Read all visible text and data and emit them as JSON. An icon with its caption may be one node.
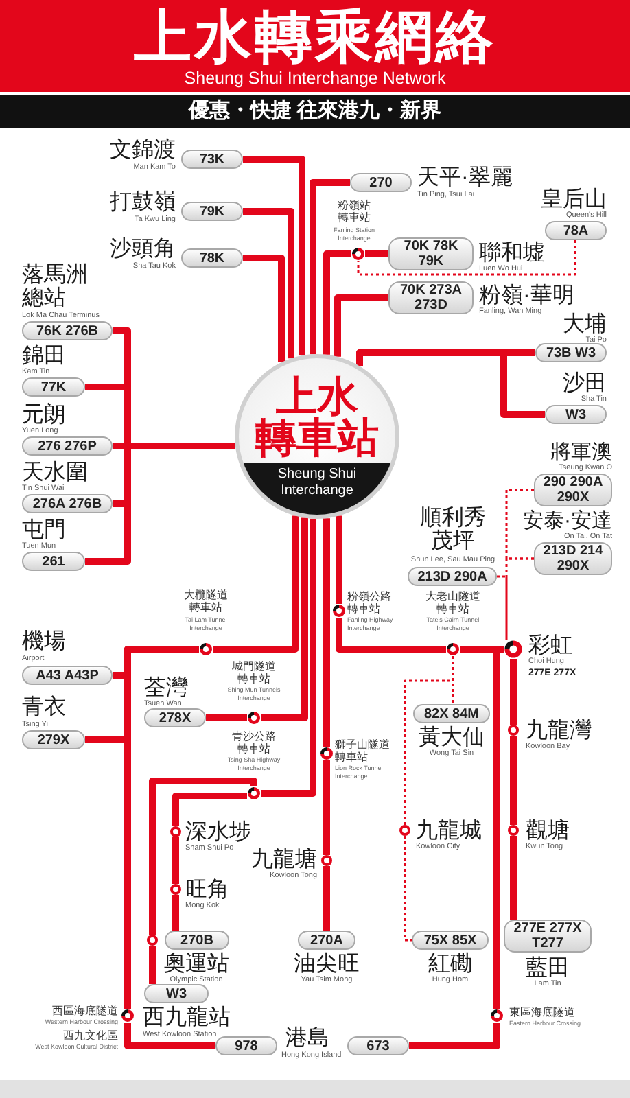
{
  "diagram": {
    "title": "上水轉乘網絡",
    "nodes": [
      {
        "text": [
          "上水",
          "轉車站",
          "Sheung Shui Interchange"
        ]
      },
      {
        "text": [
          "73K"
        ],
        "beside": [
          "文錦渡",
          "Man Kam To"
        ]
      },
      {
        "text": [
          "79K"
        ],
        "beside": [
          "打鼓嶺",
          "Ta Kwu Ling"
        ]
      },
      {
        "text": [
          "78K"
        ],
        "beside": [
          "沙頭角",
          "Sha Tau Kok"
        ]
      },
      {
        "text": [
          "76K 276B"
        ],
        "beside": [
          "落馬洲總站",
          "Lok Ma Chau Terminus"
        ]
      },
      {
        "text": [
          "77K"
        ],
        "beside": [
          "錦田",
          "Kam Tin"
        ]
      },
      {
        "text": [
          "276 276P"
        ],
        "beside": [
          "元朗",
          "Yuen Long"
        ]
      },
      {
        "text": [
          "276A 276B"
        ],
        "beside": [
          "天水圍",
          "Tin Shui Wai"
        ]
      },
      {
        "text": [
          "261"
        ],
        "beside": [
          "屯門",
          "Tuen Mun"
        ]
      },
      {
        "text": [
          "270"
        ],
        "beside": [
          "天平·翠麗",
          "Tin Ping, Tsui Lai"
        ]
      },
      {
        "text": [],
        "shape": "circle",
        "beside": [
          "粉嶺站轉車站",
          "Fanling Station Interchange"
        ]
      },
      {
        "text": [
          "70K 78K 79K"
        ],
        "beside": [
          "聯和墟",
          "Luen Wo Hui"
        ]
      },
      {
        "text": [
          "78A"
        ],
        "beside": [
          "皇后山",
          "Queen's Hill"
        ]
      },
      {
        "text": [
          "70K 273A 273D"
        ],
        "beside": [
          "粉嶺·華明",
          "Fanling, Wah Ming"
        ]
      },
      {
        "text": [
          "73B W3"
        ],
        "beside": [
          "大埔",
          "Tai Po"
        ]
      },
      {
        "text": [
          "W3"
        ],
        "beside": [
          "沙田",
          "Sha Tin"
        ]
      },
      {
        "text": [
          "290 290A 290X"
        ],
        "beside": [
          "將軍澳",
          "Tseung Kwan O"
        ]
      },
      {
        "text": [
          "213D 214 290X"
        ],
        "beside": [
          "安泰·安達",
          "On Tai, On Tat"
        ]
      },
      {
        "text": [
          "213D 290A"
        ],
        "beside": [
          "順利秀茂坪",
          "Shun Lee, Sau Mau Ping"
        ]
      },
      {
        "text": [],
        "shape": "circle",
        "beside": [
          "大欖隧道轉車站",
          "Tai Lam Tunnel Interchange"
        ]
      },
      {
        "text": [
          "A43 A43P"
        ],
        "beside": [
          "機場",
          "Airport"
        ]
      },
      {
        "text": [
          "279X"
        ],
        "beside": [
          "青衣",
          "Tsing Yi"
        ]
      },
      {
        "text": [],
        "shape": "circle",
        "beside": [
          "城門隧道轉車站",
          "Shing Mun Tunnels Interchange"
        ]
      },
      {
        "text": [
          "278X"
        ],
        "beside": [
          "荃灣",
          "Tsuen Wan"
        ]
      },
      {
        "text": [],
        "shape": "circle",
        "beside": [
          "青沙公路轉車站",
          "Tsing Sha Highway Interchange"
        ]
      },
      {
        "text": [],
        "shape": "circle",
        "beside": [
          "粉嶺公路轉車站",
          "Fanling Highway Interchange"
        ]
      },
      {
        "text": [],
        "shape": "circle",
        "beside": [
          "大老山隧道轉車站",
          "Tate's Cairn Tunnel Interchange"
        ]
      },
      {
        "text": [],
        "shape": "circle",
        "beside": [
          "彩虹",
          "Choi Hung",
          "277E 277X"
        ]
      },
      {
        "text": [
          "82X 84M"
        ],
        "beside": [
          "黃大仙",
          "Wong Tai Sin"
        ]
      },
      {
        "text": [],
        "shape": "circle",
        "beside": [
          "九龍灣",
          "Kowloon Bay"
        ]
      },
      {
        "text": [],
        "shape": "circle",
        "beside": [
          "獅子山隧道轉車站",
          "Lion Rock Tunnel Interchange"
        ]
      },
      {
        "text": [],
        "shape": "circle",
        "beside": [
          "深水埗",
          "Sham Shui Po"
        ]
      },
      {
        "text": [],
        "shape": "circle",
        "beside": [
          "旺角",
          "Mong Kok"
        ]
      },
      {
        "text": [],
        "shape": "circle",
        "beside": [
          "九龍塘",
          "Kowloon Tong"
        ]
      },
      {
        "text": [],
        "shape": "circle",
        "beside": [
          "九龍城",
          "Kowloon City"
        ]
      },
      {
        "text": [],
        "shape": "circle",
        "beside": [
          "觀塘",
          "Kwun Tong"
        ]
      },
      {
        "text": [
          "270B"
        ],
        "beside": [
          "奧運站",
          "Olympic Station"
        ]
      },
      {
        "text": [
          "270A"
        ],
        "beside": [
          "油尖旺",
          "Yau Tsim Mong"
        ]
      },
      {
        "text": [
          "75X 85X"
        ],
        "beside": [
          "紅磡",
          "Hung Hom"
        ]
      },
      {
        "text": [
          "277E 277X T277"
        ],
        "beside": [
          "藍田",
          "Lam Tin"
        ]
      },
      {
        "text": [],
        "shape": "circle"
      },
      {
        "text": [
          "W3"
        ],
        "beside": [
          "西九龍站",
          "West Kowloon Station"
        ]
      },
      {
        "text": [],
        "shape": "circle",
        "beside": [
          "西區海底隧道",
          "Western Harbour Crossing",
          "西九文化區",
          "West Kowloon Cultural District"
        ]
      },
      {
        "text": [
          "978"
        ],
        "beside": [
          "港島",
          "Hong Kong Island"
        ]
      },
      {
        "text": [
          "673"
        ]
      },
      {
        "text": [],
        "shape": "circle",
        "beside": [
          "東區海底隧道",
          "Eastern Harbour Crossing"
        ]
      }
    ],
    "edges": [
      {
        "from": 0,
        "to": 1,
        "arrow": "none"
      },
      {
        "from": 0,
        "to": 2,
        "arrow": "none"
      },
      {
        "from": 0,
        "to": 3,
        "arrow": "none"
      },
      {
        "from": 0,
        "to": 4,
        "arrow": "none"
      },
      {
        "from": 0,
        "to": 5,
        "arrow": "none"
      },
      {
        "from": 0,
        "to": 6,
        "arrow": "none"
      },
      {
        "from": 0,
        "to": 7,
        "arrow": "none"
      },
      {
        "from": 0,
        "to": 8,
        "arrow": "none"
      },
      {
        "from": 0,
        "to": 9,
        "arrow": "none"
      },
      {
        "from": 0,
        "to": 10,
        "arrow": "none"
      },
      {
        "from": 10,
        "to": 11,
        "arrow": "none"
      },
      {
        "from": 12,
        "to": 10,
        "arrow": "none",
        "style": "dashed"
      },
      {
        "from": 0,
        "to": 13,
        "arrow": "none"
      },
      {
        "from": 0,
        "to": 14,
        "arrow": "none"
      },
      {
        "from": 0,
        "to": 15,
        "arrow": "none"
      },
      {
        "from": 16,
        "to": 17,
        "arrow": "none",
        "style": "dashed"
      },
      {
        "from": 17,
        "to": 27,
        "arrow": "none",
        "style": "dashed"
      },
      {
        "from": 18,
        "to": 27,
        "arrow": "none",
        "style": "dashed"
      },
      {
        "from": 0,
        "to": 19,
        "arrow": "none"
      },
      {
        "from": 19,
        "to": 20,
        "arrow": "none"
      },
      {
        "from": 19,
        "to": 21,
        "arrow": "none"
      },
      {
        "from": 19,
        "to": 42,
        "arrow": "none"
      },
      {
        "from": 42,
        "to": 43,
        "arrow": "none"
      },
      {
        "from": 0,
        "to": 22,
        "arrow": "none"
      },
      {
        "from": 22,
        "to": 23,
        "arrow": "none"
      },
      {
        "from": 0,
        "to": 24,
        "arrow": "none"
      },
      {
        "from": 24,
        "to": 31,
        "arrow": "none"
      },
      {
        "from": 31,
        "to": 32,
        "arrow": "none"
      },
      {
        "from": 32,
        "to": 36,
        "arrow": "none"
      },
      {
        "from": 24,
        "to": 40,
        "arrow": "none"
      },
      {
        "from": 40,
        "to": 41,
        "arrow": "none"
      },
      {
        "from": 0,
        "to": 25,
        "arrow": "none"
      },
      {
        "from": 25,
        "to": 26,
        "arrow": "none"
      },
      {
        "from": 26,
        "to": 27,
        "arrow": "none"
      },
      {
        "from": 27,
        "to": 29,
        "arrow": "none"
      },
      {
        "from": 29,
        "to": 35,
        "arrow": "none"
      },
      {
        "from": 35,
        "to": 39,
        "arrow": "none"
      },
      {
        "from": 26,
        "to": 45,
        "arrow": "none"
      },
      {
        "from": 45,
        "to": 44,
        "arrow": "none"
      },
      {
        "from": 0,
        "to": 30,
        "arrow": "none"
      },
      {
        "from": 30,
        "to": 33,
        "arrow": "none"
      },
      {
        "from": 33,
        "to": 37,
        "arrow": "none"
      },
      {
        "from": 26,
        "to": 28,
        "arrow": "none",
        "style": "dashed"
      },
      {
        "from": 26,
        "to": 34,
        "arrow": "none",
        "style": "dashed"
      },
      {
        "from": 34,
        "to": 38,
        "arrow": "none",
        "style": "dashed"
      }
    ],
    "labels": [
      "Sheung Shui Interchange Network",
      "優惠・快捷 往來港九・新界"
    ]
  }
}
